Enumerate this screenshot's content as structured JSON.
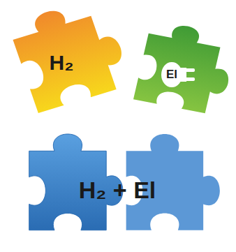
{
  "diagram": {
    "nodes": [
      {
        "text": [
          "H₂"
        ]
      },
      {
        "text": [
          "El"
        ]
      },
      {
        "text": [
          "H₂ + El"
        ]
      }
    ]
  }
}
